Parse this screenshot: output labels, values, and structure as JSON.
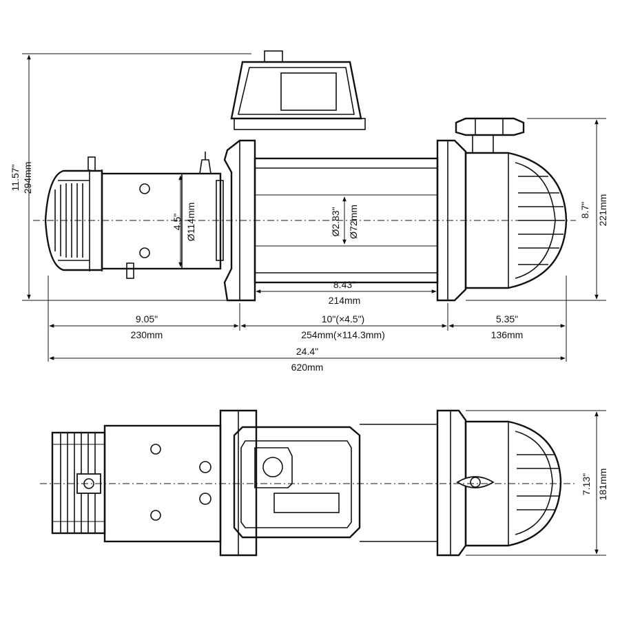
{
  "side_view": {
    "height_overall": {
      "inch": "11.57\"",
      "mm": "294mm"
    },
    "motor_diameter": {
      "inch": "4.5\"",
      "mm": "Ø114mm"
    },
    "drum_diameter": {
      "inch": "Ø2.83\"",
      "mm": "Ø72mm"
    },
    "drum_length": {
      "inch": "8.43\"",
      "mm": "214mm"
    },
    "gearbox_height": {
      "inch": "8.7\"",
      "mm": "221mm"
    },
    "motor_length": {
      "inch": "9.05\"",
      "mm": "230mm"
    },
    "mount_spacing": {
      "inch": "10\"(×4.5\")",
      "mm": "254mm(×114.3mm)"
    },
    "gearbox_length": {
      "inch": "5.35\"",
      "mm": "136mm"
    },
    "total_length": {
      "inch": "24.4\"",
      "mm": "620mm"
    }
  },
  "top_view": {
    "depth": {
      "inch": "7.13\"",
      "mm": "181mm"
    }
  }
}
